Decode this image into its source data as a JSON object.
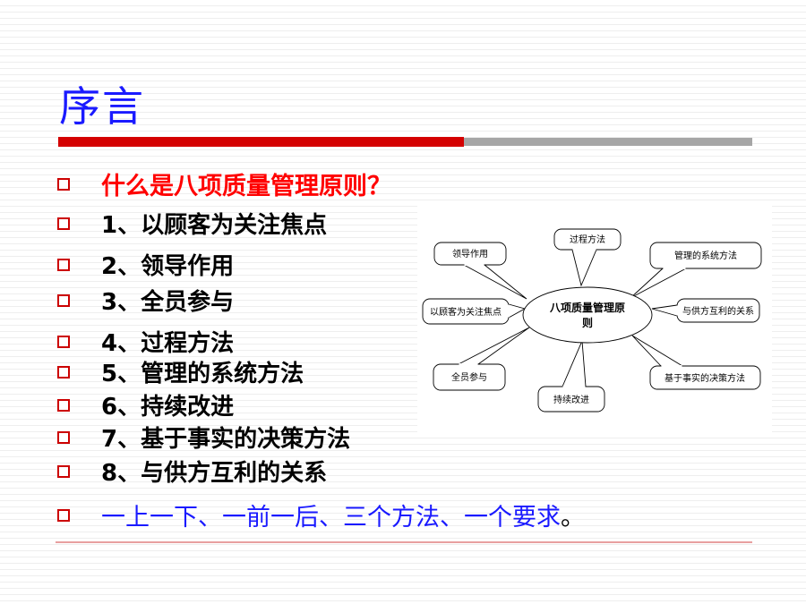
{
  "slide": {
    "title": "序言",
    "heading": "什么是八项质量管理原则？",
    "items": [
      "1、以顾客为关注焦点",
      "2、领导作用",
      "3、全员参与",
      "4、过程方法",
      "5、管理的系统方法",
      "6、持续改进",
      "7、基于事实的决策方法",
      "8、与供方互利的关系"
    ],
    "footer_text": "一上一下、一前一后、三个方法、一个要求",
    "footer_dot": "。"
  },
  "diagram": {
    "center_line1": "八项质量管理原",
    "center_line2": "则",
    "nodes": [
      "过程方法",
      "领导作用",
      "管理的系统方法",
      "以顾客为关注焦点",
      "与供方互利的关系",
      "全员参与",
      "持续改进",
      "基于事实的决策方法"
    ]
  },
  "colors": {
    "title": "#1a1aff",
    "heading": "#ff0000",
    "bullet_box": "#cc0000",
    "accent_bar": "#d40000",
    "gray_bar": "#a6a6a6"
  }
}
